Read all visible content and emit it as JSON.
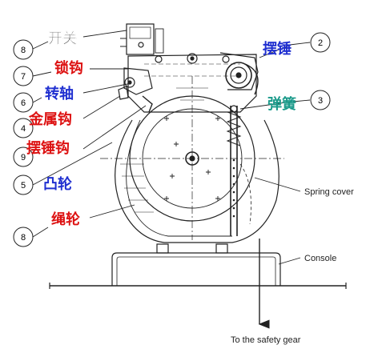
{
  "labels": {
    "switch": "开关",
    "swing_hammer": "摆锤",
    "lock_hook": "锁钩",
    "rotating_shaft": "转轴",
    "spring": "弹簧",
    "metal_hook": "金属钩",
    "swing_hammer_hook": "摆锤钩",
    "cam": "凸轮",
    "rope_wheel": "绳轮"
  },
  "numbers": {
    "n_switch": "8",
    "n_swing_hammer": "2",
    "n_lock_hook": "7",
    "n_rotating_shaft": "6",
    "n_spring": "3",
    "n_metal_hook": "4",
    "n_swing_hammer_hook": "9",
    "n_cam": "5",
    "n_rope_wheel": "8"
  },
  "annotations": {
    "spring_cover": "Spring cover",
    "console": "Console",
    "safety_gear": "To the safety gear"
  },
  "colors": {
    "label_black": "#000000",
    "label_blue": "#1f2fd0",
    "label_red": "#dd1111",
    "label_teal": "#1a9a8a",
    "drawing": "#222222"
  }
}
